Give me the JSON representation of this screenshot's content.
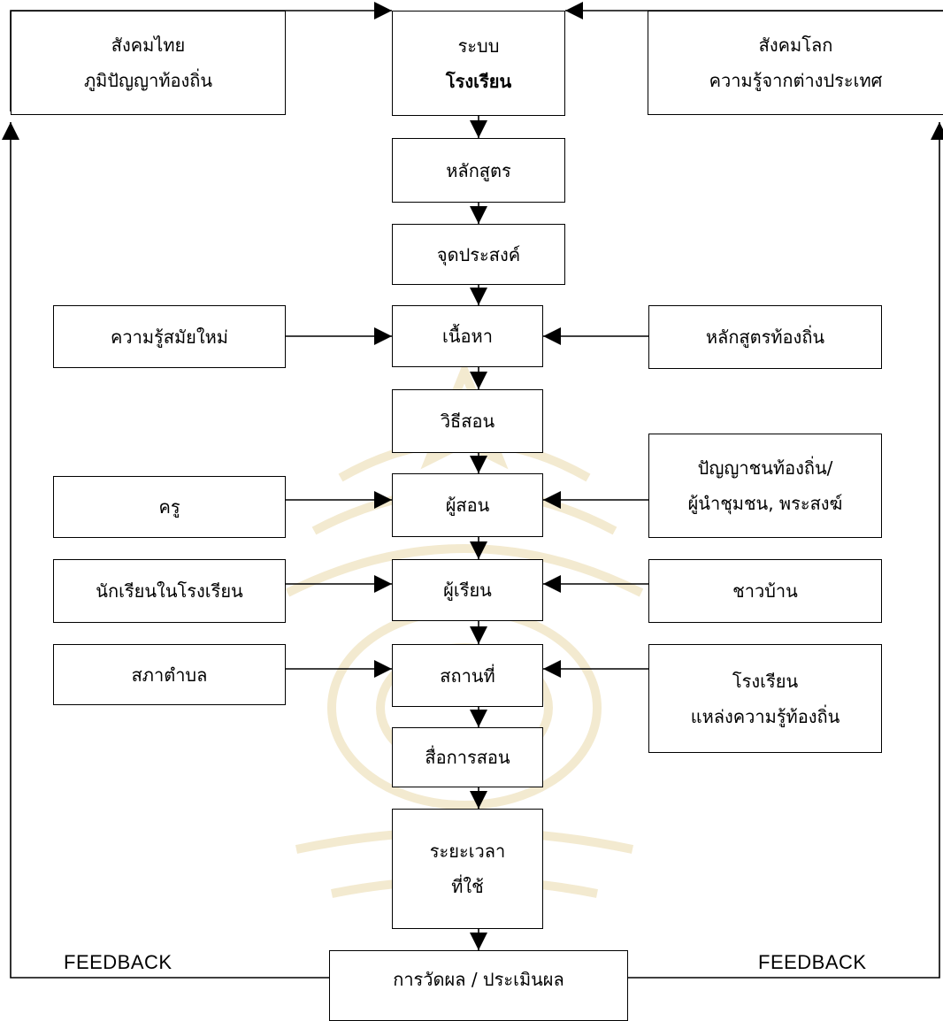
{
  "top": {
    "left_box": {
      "line1": "สังคมไทย",
      "line2": "ภูมิปัญญาท้องถิ่น"
    },
    "center_box": {
      "line1": "ระบบ",
      "line2": "โรงเรียน"
    },
    "right_box": {
      "line1": "สังคมโลก",
      "line2": "ความรู้จากต่างประเทศ"
    }
  },
  "chain": {
    "curriculum": "หลักสูตร",
    "objectives": "จุดประสงค์",
    "content": "เนื้อหา",
    "method": "วิธีสอน",
    "teacher": "ผู้สอน",
    "learner": "ผู้เรียน",
    "place": "สถานที่",
    "media": "สื่อการสอน",
    "time": {
      "line1": "ระยะเวลา",
      "line2": "ที่ใช้"
    },
    "evaluation": "การวัดผล / ประเมินผล"
  },
  "left_inputs": {
    "modern_knowledge": "ความรู้สมัยใหม่",
    "teacher": "ครู",
    "students": "นักเรียนในโรงเรียน",
    "subdistrict": "สภาตำบล"
  },
  "right_inputs": {
    "local_curriculum": "หลักสูตรท้องถิ่น",
    "local_experts": {
      "line1": "ปัญญาชนท้องถิ่น/",
      "line2": "ผู้นำชุมชน, พระสงฆ์"
    },
    "villagers": "ชาวบ้าน",
    "school_sources": {
      "line1": "โรงเรียน",
      "line2": "แหล่งความรู้ท้องถิ่น"
    }
  },
  "feedback": {
    "left": "FEEDBACK",
    "right": "FEEDBACK"
  }
}
